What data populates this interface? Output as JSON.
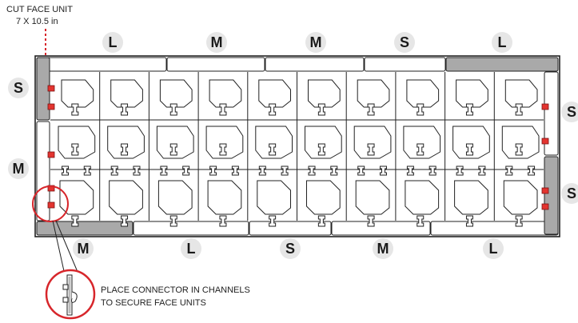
{
  "cut_face_unit": {
    "line1": "CUT FACE UNIT",
    "line2": "7 X 10.5 in"
  },
  "top_sizes": [
    "L",
    "M",
    "M",
    "S",
    "L"
  ],
  "bottom_sizes": [
    "M",
    "L",
    "S",
    "M",
    "L"
  ],
  "left_sizes": [
    "S",
    "M"
  ],
  "right_sizes": [
    "S",
    "S"
  ],
  "callout": {
    "line1": "PLACE CONNECTOR IN CHANNELS",
    "line2": "TO SECURE FACE UNITS"
  },
  "colors": {
    "frame": "#222222",
    "shaded": "#a9a9a9",
    "connector": "#e3342f",
    "callout_ring": "#d7262b",
    "badge_bg": "#e6e6e6"
  }
}
